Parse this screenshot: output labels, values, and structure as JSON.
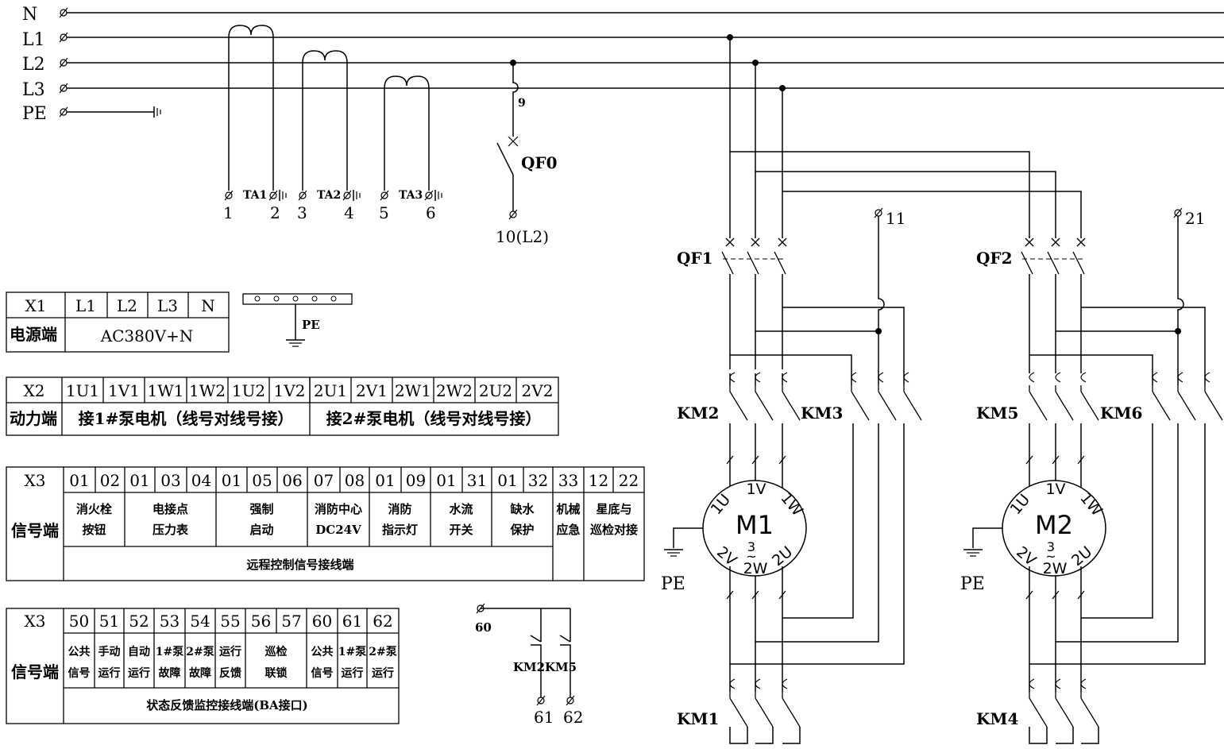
{
  "buses": [
    {
      "id": "N",
      "label": "N"
    },
    {
      "id": "L1",
      "label": "L1"
    },
    {
      "id": "L2",
      "label": "L2"
    },
    {
      "id": "L3",
      "label": "L3"
    },
    {
      "id": "PE",
      "label": "PE"
    }
  ],
  "current_transformers": [
    {
      "name": "TA1",
      "left": "1",
      "right": "2"
    },
    {
      "name": "TA2",
      "left": "3",
      "right": "4"
    },
    {
      "name": "TA3",
      "left": "5",
      "right": "6"
    }
  ],
  "breaker_qf0": {
    "label": "QF0",
    "in_terminal": "9",
    "out_terminal": "10(L2)"
  },
  "pe_bar_label": "PE",
  "pump_circuits": [
    {
      "breaker": "QF1",
      "ctrl_terminal": "11",
      "km_top_left": "KM2",
      "km_top_right": "KM3",
      "km_bottom": "KM1",
      "motor": {
        "name": "M1",
        "phase": "3",
        "phase_symbol": "~",
        "t1U": "1U",
        "t1V": "1V",
        "t1W": "1W",
        "t2V": "2V",
        "t2W": "2W",
        "t2U": "2U"
      },
      "pe": "PE"
    },
    {
      "breaker": "QF2",
      "ctrl_terminal": "21",
      "km_top_left": "KM5",
      "km_top_right": "KM6",
      "km_bottom": "KM4",
      "motor": {
        "name": "M2",
        "phase": "3",
        "phase_symbol": "~",
        "t1U": "1U",
        "t1V": "1V",
        "t1W": "1W",
        "t2V": "2V",
        "t2W": "2W",
        "t2U": "2U"
      },
      "pe": "PE"
    }
  ],
  "feedback_circuit": {
    "common": "60",
    "km_a": "KM2",
    "km_b": "KM5",
    "out_a": "61",
    "out_b": "62"
  },
  "table_x1": {
    "head": "X1",
    "cells": [
      "L1",
      "L2",
      "L3",
      "N"
    ],
    "row_label": "电源端",
    "desc": "AC380V+N"
  },
  "table_x2": {
    "head": "X2",
    "cells": [
      "1U1",
      "1V1",
      "1W1",
      "1W2",
      "1U2",
      "1V2",
      "2U1",
      "2V1",
      "2W1",
      "2W2",
      "2U2",
      "2V2"
    ],
    "row_label": "动力端",
    "groups": [
      "接1#泵电机（线号对线号接）",
      "接2#泵电机（线号对线号接）"
    ]
  },
  "table_x3a": {
    "head": "X3",
    "cells": [
      "01",
      "02",
      "01",
      "03",
      "04",
      "01",
      "05",
      "06",
      "07",
      "08",
      "01",
      "09",
      "01",
      "31",
      "01",
      "32",
      "33",
      "12",
      "22"
    ],
    "row_label": "信号端",
    "groups": [
      [
        "消火栓",
        "按钮"
      ],
      [
        "电接点",
        "压力表"
      ],
      [
        "强制",
        "启动"
      ],
      [
        "消防中心",
        "DC24V"
      ],
      [
        "消防",
        "指示灯"
      ],
      [
        "水流",
        "开关"
      ],
      [
        "缺水",
        "保护"
      ],
      [
        "机械",
        "应急"
      ],
      [
        "星底与",
        "巡检对接"
      ]
    ],
    "footer": "远程控制信号接线端"
  },
  "table_x3b": {
    "head": "X3",
    "cells": [
      "50",
      "51",
      "52",
      "53",
      "54",
      "55",
      "56",
      "57",
      "60",
      "61",
      "62"
    ],
    "row_label": "信号端",
    "groups": [
      [
        "公共",
        "信号"
      ],
      [
        "手动",
        "运行"
      ],
      [
        "自动",
        "运行"
      ],
      [
        "1#泵",
        "故障"
      ],
      [
        "2#泵",
        "故障"
      ],
      [
        "运行",
        "反馈"
      ],
      [
        "巡检",
        "联锁"
      ],
      [
        "公共",
        "信号"
      ],
      [
        "1#泵",
        "运行"
      ],
      [
        "2#泵",
        "运行"
      ]
    ],
    "footer": "状态反馈监控接线端(BA接口)"
  }
}
